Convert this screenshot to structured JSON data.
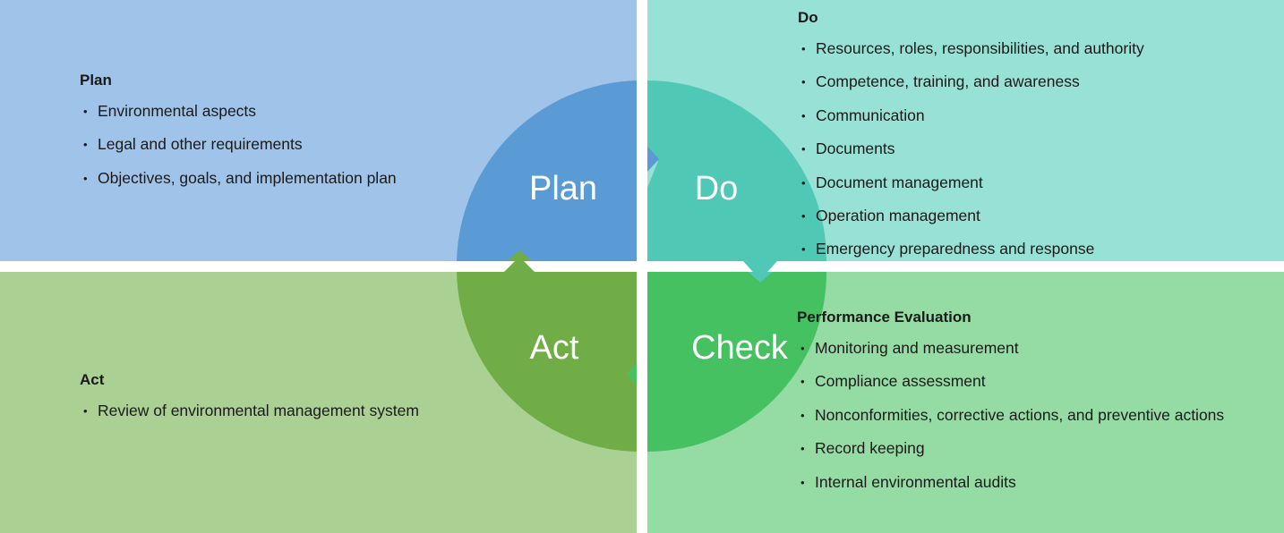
{
  "colors": {
    "plan_bg": "#a0c4e9",
    "do_bg": "#98e1d6",
    "act_bg": "#abd093",
    "check_bg": "#95dca4",
    "plan_segment": "#5b9bd5",
    "do_segment": "#4fc9b5",
    "act_segment": "#70ad47",
    "check_segment": "#46c161",
    "divider": "#ffffff"
  },
  "cycle": {
    "plan": "Plan",
    "do": "Do",
    "check": "Check",
    "act": "Act"
  },
  "plan": {
    "heading": "Plan",
    "items": [
      "Environmental aspects",
      "Legal and other requirements",
      "Objectives, goals, and implementation plan"
    ]
  },
  "do": {
    "heading": "Do",
    "items": [
      "Resources, roles, responsibilities, and authority",
      "Competence, training, and awareness",
      "Communication",
      "Documents",
      "Document management",
      "Operation management",
      "Emergency preparedness and response"
    ]
  },
  "act": {
    "heading": "Act",
    "items": [
      "Review of environmental management system"
    ]
  },
  "check": {
    "heading": "Performance Evaluation",
    "items": [
      "Monitoring and measurement",
      "Compliance assessment",
      "Nonconformities, corrective actions, and preventive actions",
      "Record keeping",
      "Internal environmental audits"
    ]
  }
}
